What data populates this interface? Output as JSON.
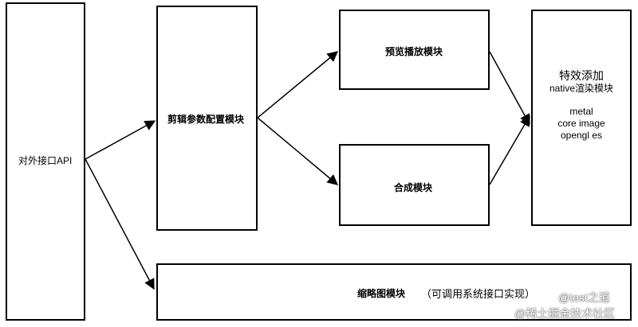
{
  "nodes": {
    "api": "对外接口API",
    "config": "剪辑参数配置模块",
    "preview": "预览播放模块",
    "compose": "合成模块",
    "effects": {
      "title": "特效添加",
      "subtitle": "native渲染模块",
      "items": [
        "metal",
        "core image",
        "opengl es"
      ]
    },
    "thumbnail": {
      "title": "缩略图模块",
      "note": "（可调用系统接口实现）"
    }
  },
  "watermark": {
    "line1": "@test之道",
    "line2": "@稀土掘金技术社区"
  }
}
